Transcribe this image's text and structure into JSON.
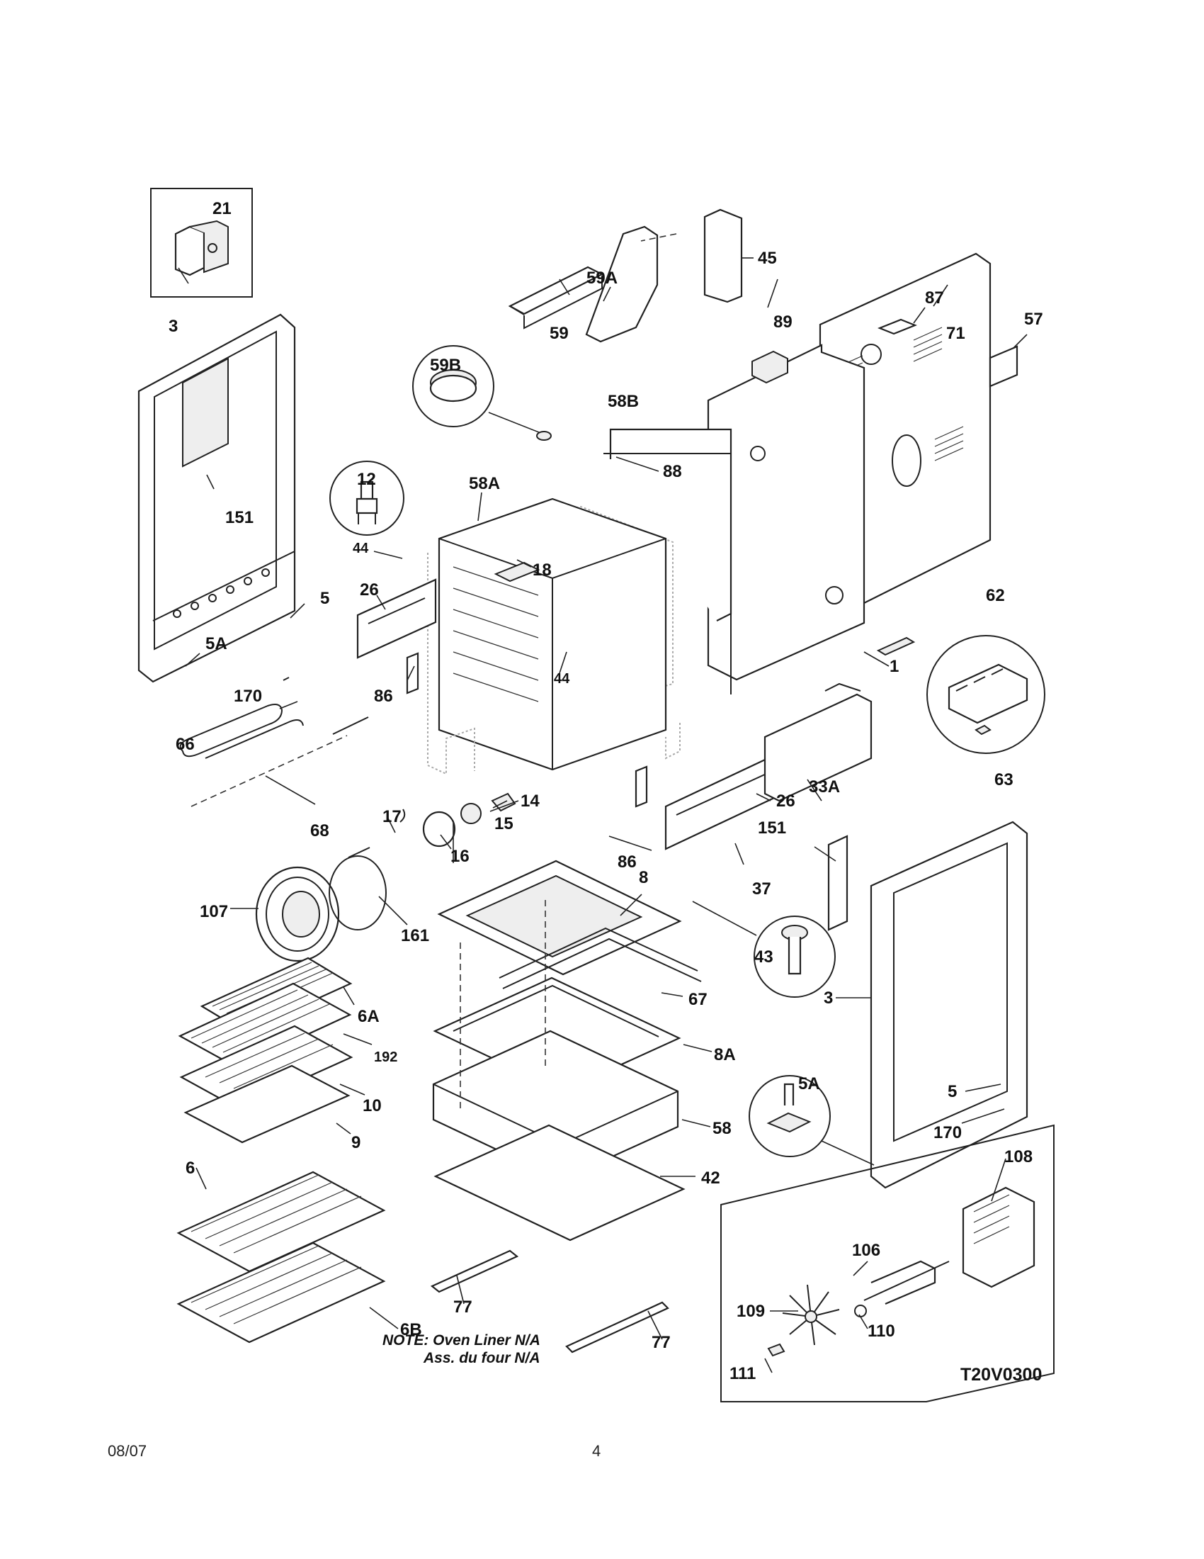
{
  "callouts": [
    {
      "text": "21"
    },
    {
      "text": "45"
    },
    {
      "text": "59A"
    },
    {
      "text": "87"
    },
    {
      "text": "57"
    },
    {
      "text": "89"
    },
    {
      "text": "71"
    },
    {
      "text": "59"
    },
    {
      "text": "59B"
    },
    {
      "text": "58B"
    },
    {
      "text": "3"
    },
    {
      "text": "88"
    },
    {
      "text": "12"
    },
    {
      "text": "58A"
    },
    {
      "text": "151"
    },
    {
      "text": "44"
    },
    {
      "text": "18"
    },
    {
      "text": "26"
    },
    {
      "text": "5"
    },
    {
      "text": "62"
    },
    {
      "text": "44"
    },
    {
      "text": "5A"
    },
    {
      "text": "1"
    },
    {
      "text": "170"
    },
    {
      "text": "86"
    },
    {
      "text": "66"
    },
    {
      "text": "63"
    },
    {
      "text": "33A"
    },
    {
      "text": "14"
    },
    {
      "text": "26"
    },
    {
      "text": "17"
    },
    {
      "text": "15"
    },
    {
      "text": "68"
    },
    {
      "text": "16"
    },
    {
      "text": "86"
    },
    {
      "text": "151"
    },
    {
      "text": "8"
    },
    {
      "text": "37"
    },
    {
      "text": "107"
    },
    {
      "text": "161"
    },
    {
      "text": "43"
    },
    {
      "text": "3"
    },
    {
      "text": "6A"
    },
    {
      "text": "67"
    },
    {
      "text": "192"
    },
    {
      "text": "8A"
    },
    {
      "text": "5A"
    },
    {
      "text": "10"
    },
    {
      "text": "5"
    },
    {
      "text": "58"
    },
    {
      "text": "9"
    },
    {
      "text": "170"
    },
    {
      "text": "108"
    },
    {
      "text": "6"
    },
    {
      "text": "42"
    },
    {
      "text": "106"
    },
    {
      "text": "109"
    },
    {
      "text": "110"
    },
    {
      "text": "77"
    },
    {
      "text": "6B"
    },
    {
      "text": "77"
    },
    {
      "text": "111"
    }
  ],
  "note": {
    "line1": "NOTE: Oven Liner N/A",
    "line2": "Ass. du four N/A"
  },
  "diagram_code": "T20V0300",
  "footer": {
    "date": "08/07",
    "page": "4"
  }
}
